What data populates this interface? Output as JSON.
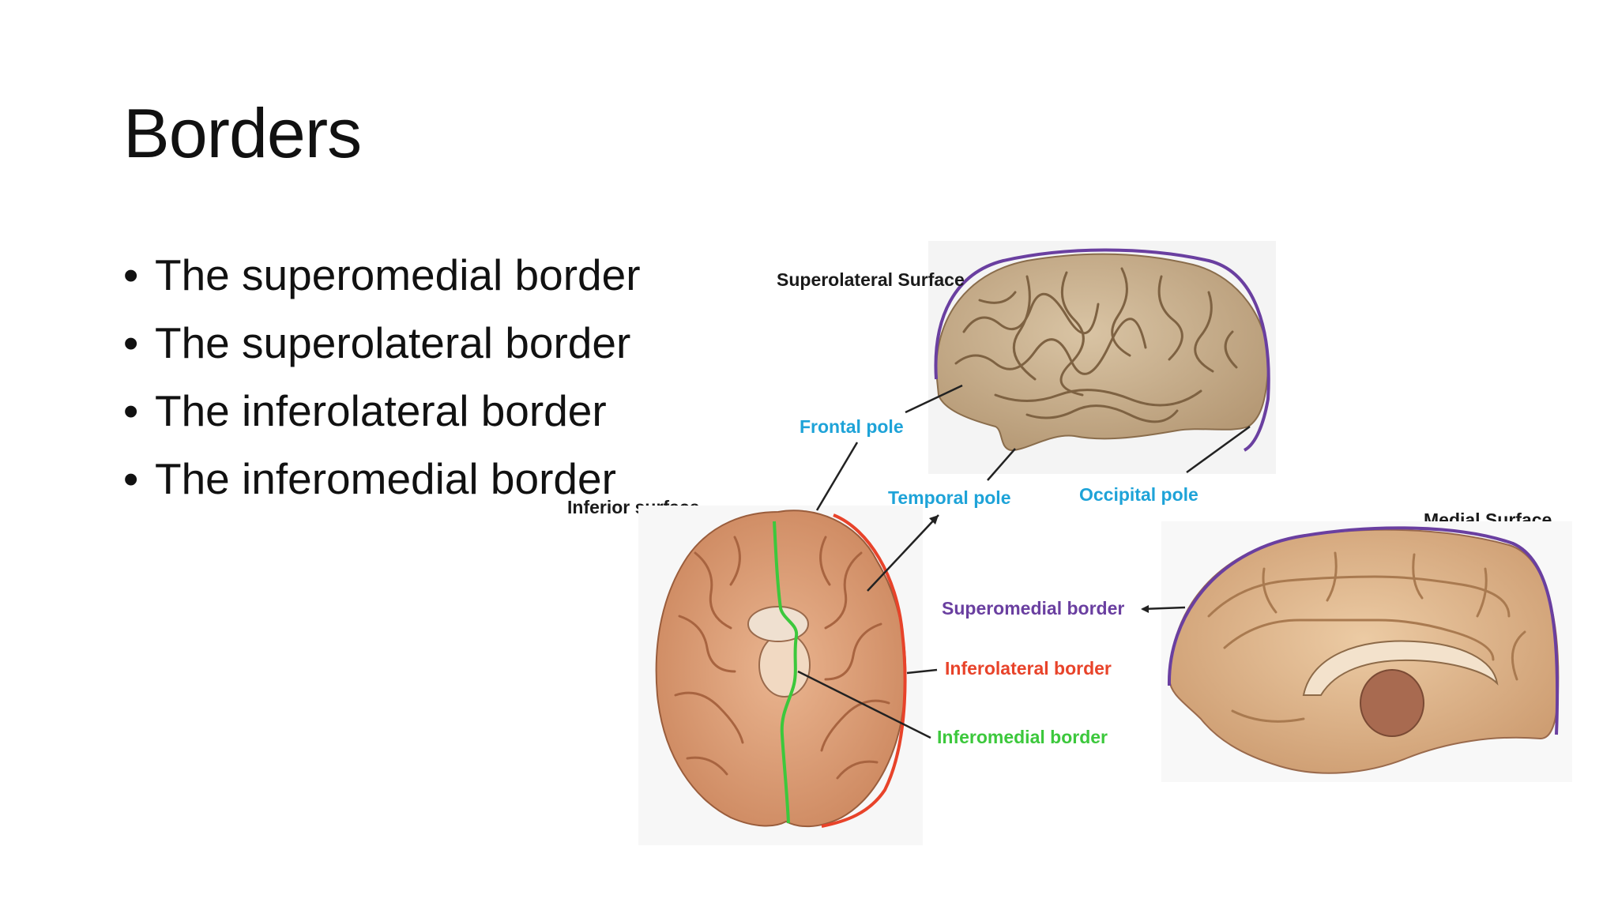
{
  "slide": {
    "title": "Borders",
    "bullets": [
      "The superomedial border",
      "The superolateral border",
      "The inferolateral border",
      "The inferomedial border"
    ]
  },
  "figure": {
    "labels": {
      "superolateral_surface": "Superolateral Surface",
      "frontal_pole": "Frontal pole",
      "temporal_pole": "Temporal  pole",
      "occipital_pole": "Occipital pole",
      "inferior_surface": "Inferior surface",
      "medial_surface": "Medial  Surface",
      "superomedial_border": "Superomedial border",
      "inferolateral_border": "Inferolateral border",
      "inferomedial_border": "Inferomedial border"
    },
    "colors": {
      "pole_labels": "#1ea3d8",
      "superomedial": "#6a3fa0",
      "inferolateral": "#e8432a",
      "inferomedial": "#3cc83c",
      "brain_lateral": "#c9b08e",
      "brain_inferior": "#e0a57e",
      "brain_medial": "#e2b98d"
    }
  }
}
